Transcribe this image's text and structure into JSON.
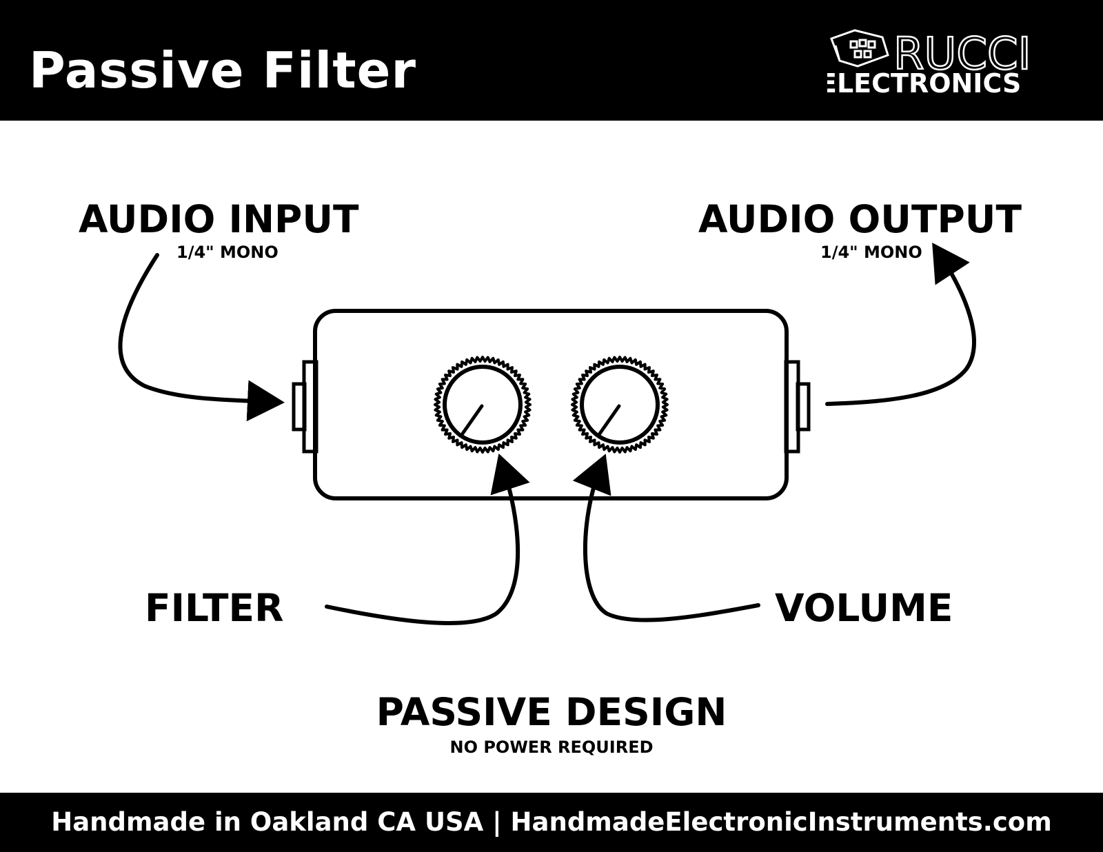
{
  "header": {
    "title": "Passive Filter",
    "logo": {
      "word": "RUCCI",
      "sub": "ELECTRONICS"
    }
  },
  "labels": {
    "input": {
      "title": "AUDIO INPUT",
      "sub": "1/4\" MONO"
    },
    "output": {
      "title": "AUDIO OUTPUT",
      "sub": "1/4\" MONO"
    },
    "filter": "FILTER",
    "volume": "VOLUME",
    "design": {
      "title": "PASSIVE DESIGN",
      "sub": "NO POWER REQUIRED"
    }
  },
  "knobs": [
    {
      "name": "filter"
    },
    {
      "name": "volume"
    }
  ],
  "footer": {
    "text": "Handmade in Oakland CA USA | HandmadeElectronicInstruments.com"
  }
}
